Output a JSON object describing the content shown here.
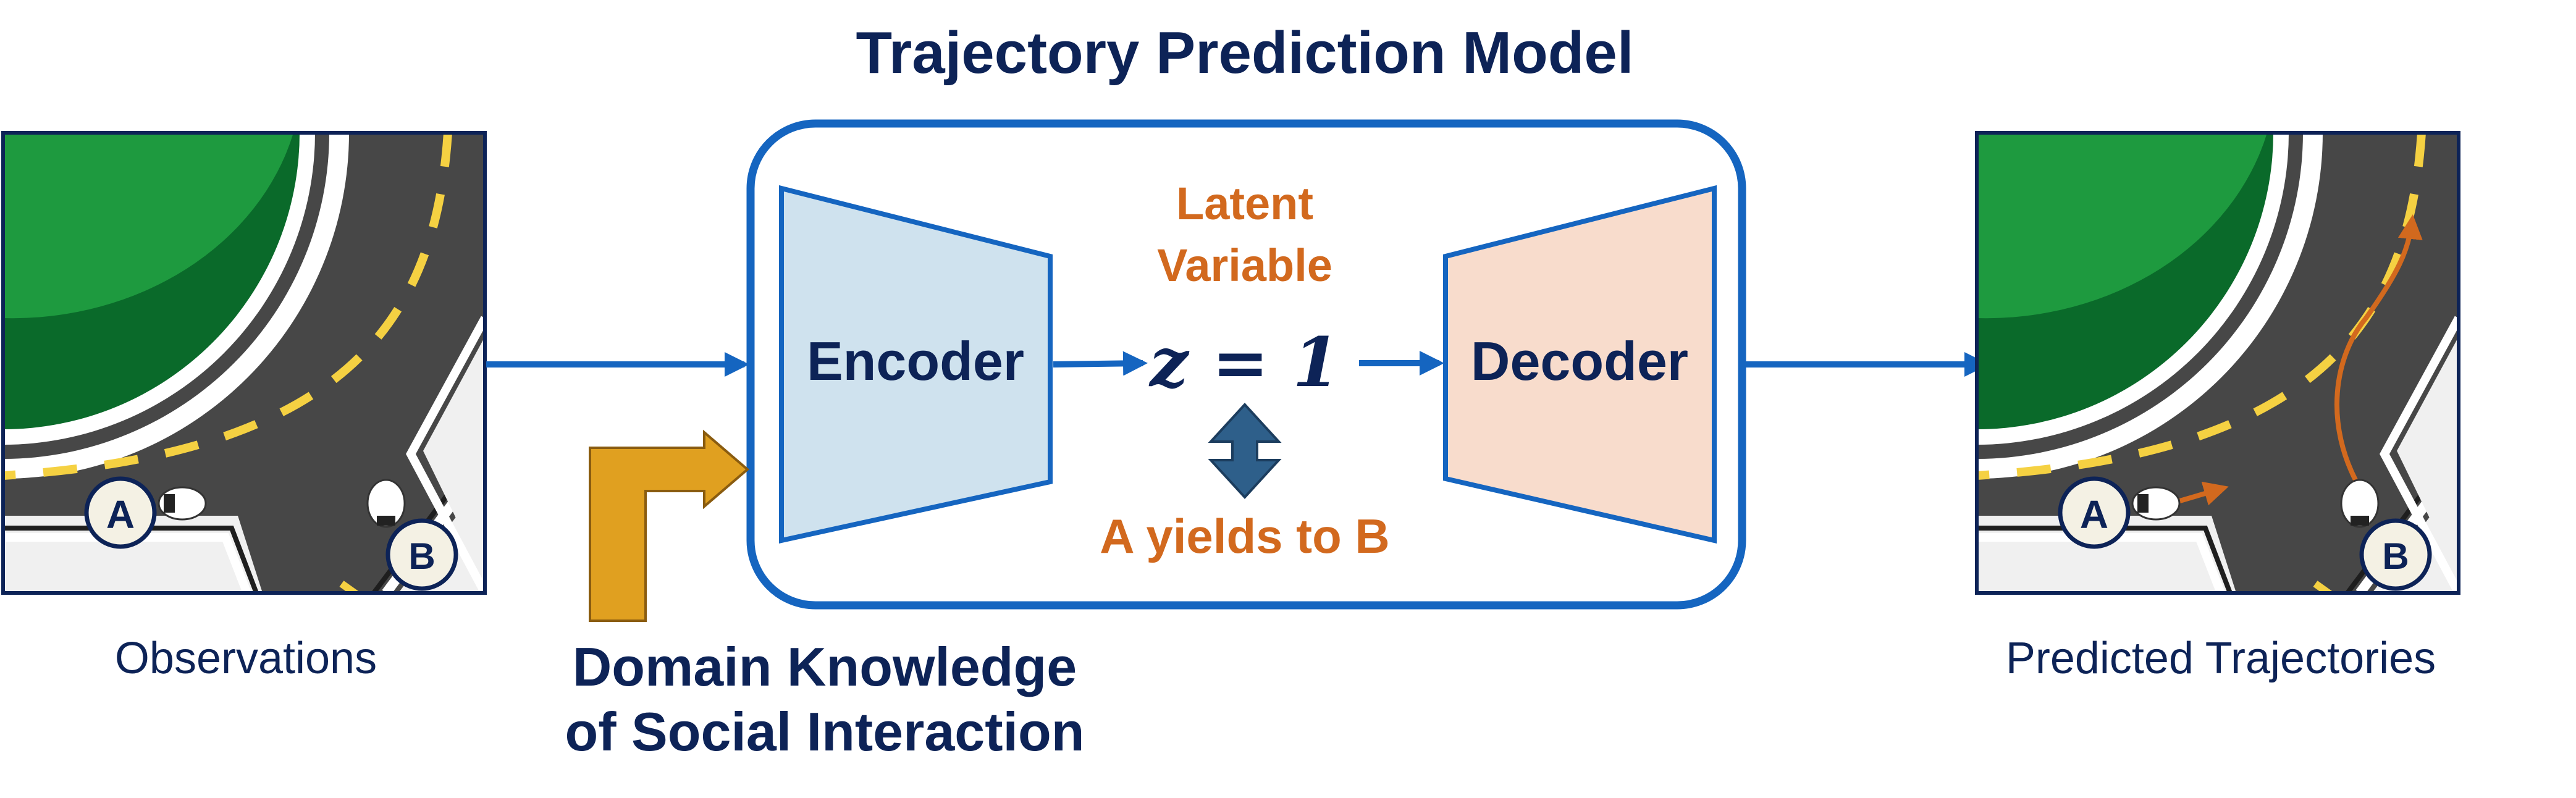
{
  "title": "Trajectory Prediction Model",
  "encoder_label": "Encoder",
  "decoder_label": "Decoder",
  "latent": {
    "title_line1": "Latent",
    "title_line2": "Variable",
    "equation": "z = 1",
    "meaning": "A yields to B"
  },
  "observations_label": "Observations",
  "predicted_label": "Predicted Trajectories",
  "knowledge_label": {
    "line1": "Domain Knowledge",
    "line2": "of Social Interaction"
  },
  "agents": {
    "a": "A",
    "b": "B"
  },
  "colors": {
    "navy_text": "#0d2357",
    "orange_text": "#d2691e",
    "flow_blue": "#1565c0",
    "encoder_fill": "#cfe2ee",
    "decoder_fill": "#f8dccc",
    "road": "#474747",
    "grass": "#1e9a3f",
    "lane_dash": "#f5d142",
    "knowledge_arrow": "#e0a020",
    "double_arrow": "#2e5f8a"
  }
}
